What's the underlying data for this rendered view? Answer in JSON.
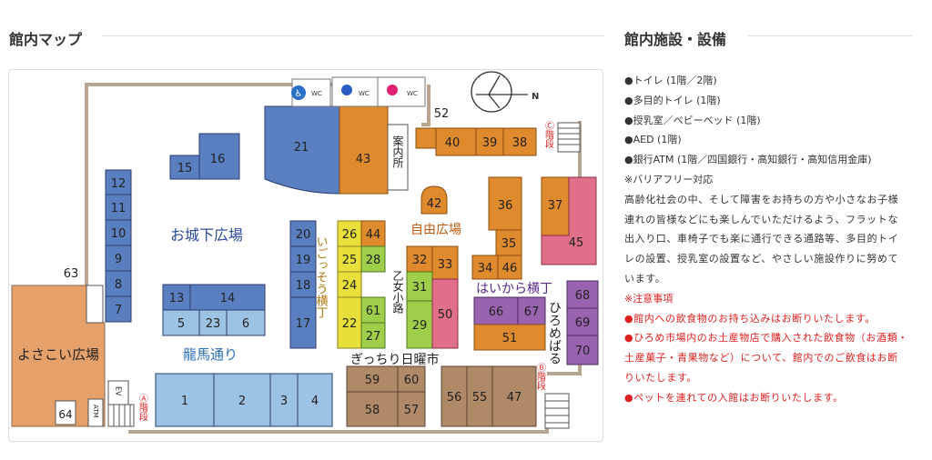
{
  "left_heading": "館内マップ",
  "right_heading": "館内施設・設備",
  "map": {
    "areas": {
      "oshiro": "お城下広場",
      "jiyu": "自由広場",
      "yosakoi": "よさこい広場",
      "ryoma": "龍馬通り",
      "hiromebaru": "ひろめばる",
      "haikara": "はいから横丁",
      "gicchiri": "ぎっちり日曜市",
      "igosso": "いごっそう横丁",
      "otome": "乙女小路",
      "annai": "案内所"
    },
    "stairs": {
      "a": "Ⓐ階段",
      "b": "Ⓑ階段",
      "c": "Ⓒ階段"
    },
    "atm": "ATM",
    "ev": "EV",
    "wc": "WC",
    "compass_n": "N",
    "stalls": {
      "s1": "1",
      "s2": "2",
      "s3": "3",
      "s4": "4",
      "s5": "5",
      "s6": "6",
      "s7": "7",
      "s8": "8",
      "s9": "9",
      "s10": "10",
      "s11": "11",
      "s12": "12",
      "s13": "13",
      "s14": "14",
      "s15": "15",
      "s16": "16",
      "s17": "17",
      "s18": "18",
      "s19": "19",
      "s20": "20",
      "s21": "21",
      "s22": "22",
      "s23": "23",
      "s24": "24",
      "s25": "25",
      "s26": "26",
      "s27": "27",
      "s28": "28",
      "s29": "29",
      "s31": "31",
      "s32": "32",
      "s33": "33",
      "s34": "34",
      "s35": "35",
      "s36": "36",
      "s37": "37",
      "s38": "38",
      "s39": "39",
      "s40": "40",
      "s42": "42",
      "s43": "43",
      "s44": "44",
      "s45": "45",
      "s46": "46",
      "s47": "47",
      "s50": "50",
      "s51": "51",
      "s52": "52",
      "s55": "55",
      "s56": "56",
      "s57": "57",
      "s58": "58",
      "s59": "59",
      "s60": "60",
      "s61": "61",
      "s63": "63",
      "s64": "64",
      "s66": "66",
      "s67": "67",
      "s68": "68",
      "s69": "69",
      "s70": "70"
    }
  },
  "facilities": {
    "items": [
      "●トイレ (1階／2階)",
      "●多目的トイレ (1階)",
      "●授乳室／ベビーベッド (1階)",
      "●AED (1階)",
      "●銀行ATM (1階／四国銀行・高知銀行・高知信用金庫)"
    ],
    "barrier_free_title": "※バリアフリー対応",
    "barrier_free_text": "高齢化社会の中、そして障害をお持ちの方や小さなお子様連れの皆様などにも楽しんでいただけるよう、フラットな出入り口、車椅子でも楽に通行できる通路等、多目的トイレの設置、授乳室の設置など、やさしい施設作りに努めています。",
    "notice_title": "※注意事項",
    "notices": [
      "●館内への飲食物のお持ち込みはお断りいたします。",
      "●ひろめ市場内のお土産物店で購入された飲食物（お酒類・土産菓子・青果物など）について、館内でのご飲食はお断りいたします。",
      "●ペットを連れての入館はお断りいたします。"
    ]
  },
  "colors": {
    "blue": "#5a7fc0",
    "light_blue": "#9cc2e4",
    "orange": "#e08a2e",
    "yellow": "#e8df3a",
    "green": "#9fcf4a",
    "pink": "#e0708a",
    "purple": "#9a63b0",
    "brown": "#b08a68",
    "salmon": "#e6a06a",
    "notice_red": "#e02020"
  }
}
